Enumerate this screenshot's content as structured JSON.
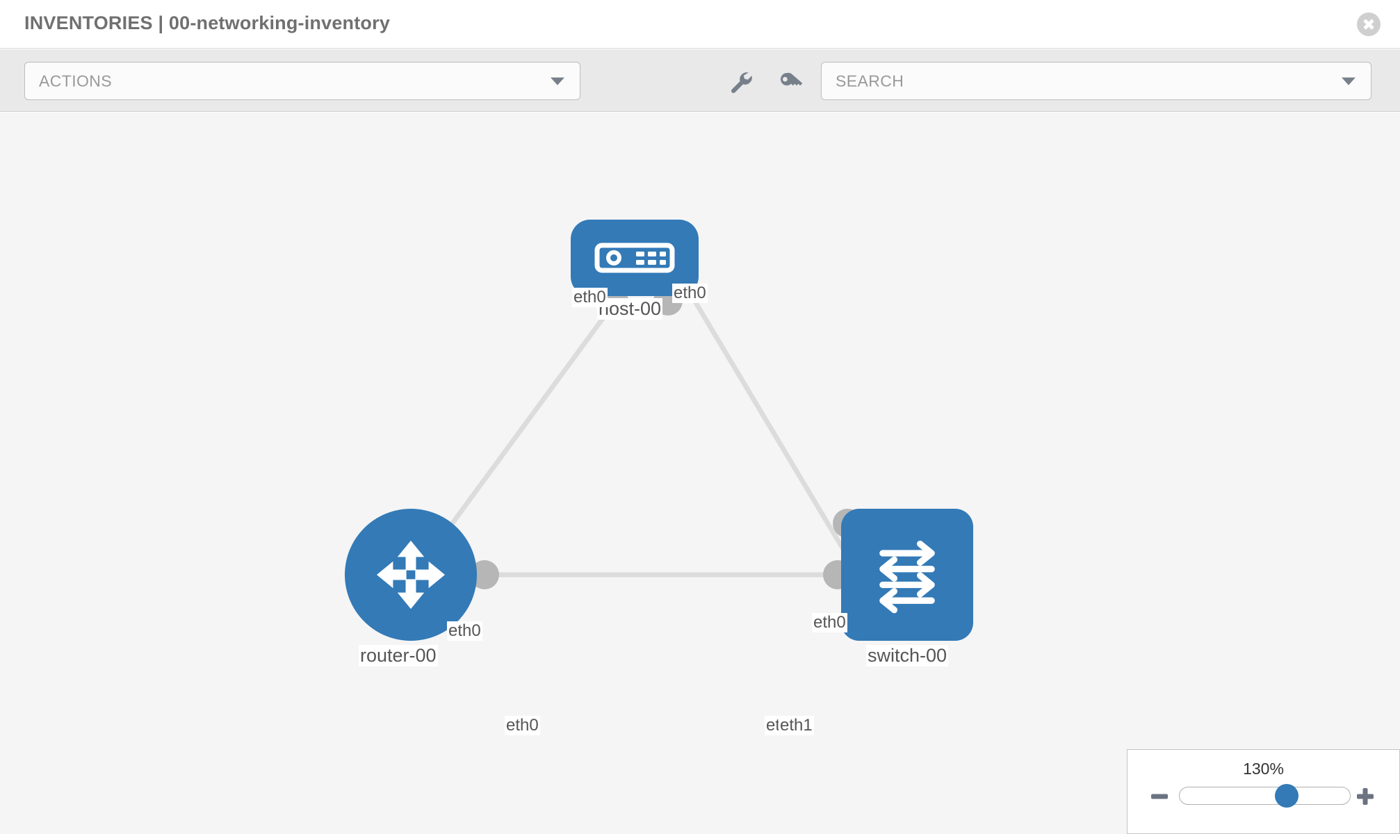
{
  "header": {
    "title": "INVENTORIES | 00-networking-inventory",
    "close_icon": "close-icon"
  },
  "toolbar": {
    "actions_label": "ACTIONS",
    "search_placeholder": "SEARCH",
    "wrench_icon": "wrench-icon",
    "key_icon": "key-icon"
  },
  "topology": {
    "accent_color": "#337ab7",
    "nub_color": "#b6b6b6",
    "link_color": "#dcdcdc",
    "nodes": [
      {
        "id": "host",
        "label": "host-00",
        "icon": "server-icon"
      },
      {
        "id": "router",
        "label": "router-00",
        "icon": "router-icon"
      },
      {
        "id": "switch",
        "label": "switch-00",
        "icon": "switch-icon"
      }
    ],
    "links": [
      {
        "from": "host",
        "to": "router",
        "from_interface": "eth0",
        "to_interface": "eth0"
      },
      {
        "from": "host",
        "to": "switch",
        "from_interface": "eth0",
        "to_interface": "eth0"
      },
      {
        "from": "router",
        "to": "switch",
        "from_interface": "eth0",
        "to_interface": "eth1"
      }
    ],
    "interface_labels": {
      "host_left": "eth0",
      "host_right": "eth0",
      "router_up": "eth0",
      "switch_up": "eth0",
      "router_right": "eth0",
      "switch_left_under": "eth0",
      "switch_left": "eth1"
    }
  },
  "zoom": {
    "value": "130%",
    "minus_label": "−",
    "plus_label": "+",
    "handle_percent": 63
  }
}
